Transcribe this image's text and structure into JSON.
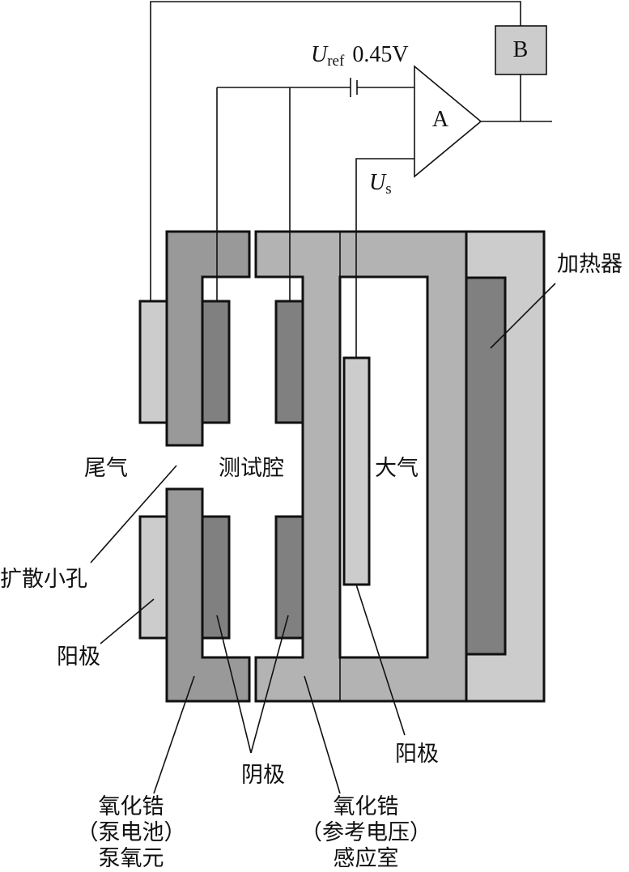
{
  "colors": {
    "pump_zirconia": "#999999",
    "sensing_zirconia": "#b3b3b3",
    "heater_frame": "#cccccc",
    "cathode": "#808080",
    "heater": "#808080",
    "anode": "#cccccc",
    "box_b": "#cccccc",
    "outline": "#111111"
  },
  "components": {
    "amplifier": "A",
    "box_b": "B",
    "u_ref_symbol": "U",
    "u_ref_subscript": "ref",
    "u_ref_value": "0.45V",
    "u_s_symbol": "U",
    "u_s_subscript": "s"
  },
  "labels": {
    "heater": "加热器",
    "exhaust": "尾气",
    "test_cavity": "测试腔",
    "atmosphere": "大气",
    "diffusion_hole": "扩散小孔",
    "anode_left": "阳极",
    "anode_right": "阳极",
    "cathode": "阴极",
    "pump_cell_line1": "氧化锆",
    "pump_cell_line2": "（泵电池）",
    "pump_cell_line3": "泵氧元",
    "sense_cell_line1": "氧化锆",
    "sense_cell_line2": "（参考电压）",
    "sense_cell_line3": "感应室"
  }
}
